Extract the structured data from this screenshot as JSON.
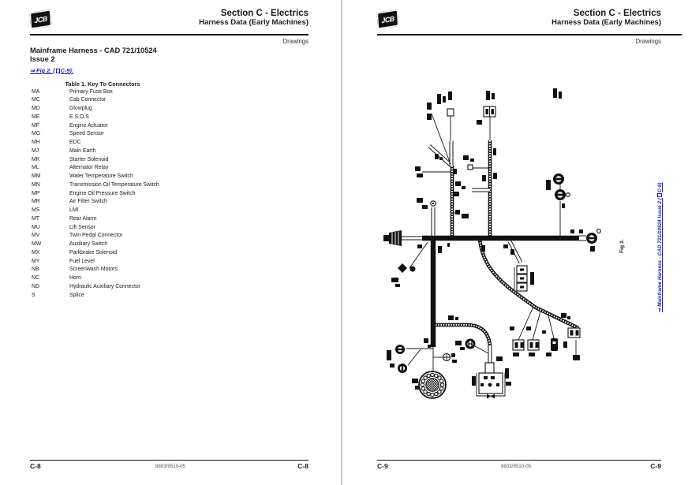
{
  "logo_text": "JCB",
  "colors": {
    "link_blue": "#1b1bb0",
    "text": "#1a1a1a",
    "rule": "#111111"
  },
  "left_page": {
    "header": {
      "line1": "Section C - Electrics",
      "line2": "Harness Data (Early Machines)",
      "category": "Drawings"
    },
    "title": "Mainframe Harness - CAD 721/10524",
    "subtitle": "Issue 2",
    "fig_link": {
      "arrow": "⇒",
      "label": "Fig 2. (",
      "page": "C-9",
      "close": ")."
    },
    "table": {
      "title": "Table 1. Key To Connectors",
      "rows": [
        [
          "MA",
          "Primary Fuse Box"
        ],
        [
          "MC",
          "Cab Connector"
        ],
        [
          "MD",
          "Glowplug"
        ],
        [
          "ME",
          "E.S.O.S"
        ],
        [
          "MF",
          "Engine Actuator"
        ],
        [
          "MG",
          "Speed Sensor"
        ],
        [
          "MH",
          "EDC"
        ],
        [
          "MJ",
          "Main Earth"
        ],
        [
          "MK",
          "Starter Solenoid"
        ],
        [
          "ML",
          "Alternator Relay"
        ],
        [
          "MM",
          "Water Temperature Switch"
        ],
        [
          "MN",
          "Transmission Oil Temperature Switch"
        ],
        [
          "MP",
          "Engine Oil Pressure Switch"
        ],
        [
          "MR",
          "Air Filter Switch"
        ],
        [
          "MS",
          "LMI"
        ],
        [
          "MT",
          "Rear Alarm"
        ],
        [
          "MU",
          "Lift Sensor"
        ],
        [
          "MV",
          "Twin Pedal Connector"
        ],
        [
          "MW",
          "Auxiliary Switch"
        ],
        [
          "MX",
          "Parkbrake Solenoid"
        ],
        [
          "MY",
          "Fuel Level"
        ],
        [
          "NB",
          "Screenwash Motors"
        ],
        [
          "NC",
          "Horn"
        ],
        [
          "ND",
          "Hydraulic Auxiliary Connector"
        ],
        [
          "S",
          "Splice"
        ]
      ]
    },
    "footer": {
      "left": "C-8",
      "center": "9803/9510-05",
      "right": "C-8"
    }
  },
  "right_page": {
    "header": {
      "line1": "Section C - Electrics",
      "line2": "Harness Data (Early Machines)",
      "category": "Drawings"
    },
    "figure": {
      "caption": "Fig 2.",
      "link": {
        "arrow": "⇒",
        "label": "Mainframe Harness - CAD 721/10524 Issue 2 (",
        "page": "C-8",
        "close": ")"
      }
    },
    "footer": {
      "left": "C-9",
      "center": "9803/9510-05",
      "right": "C-9"
    }
  }
}
